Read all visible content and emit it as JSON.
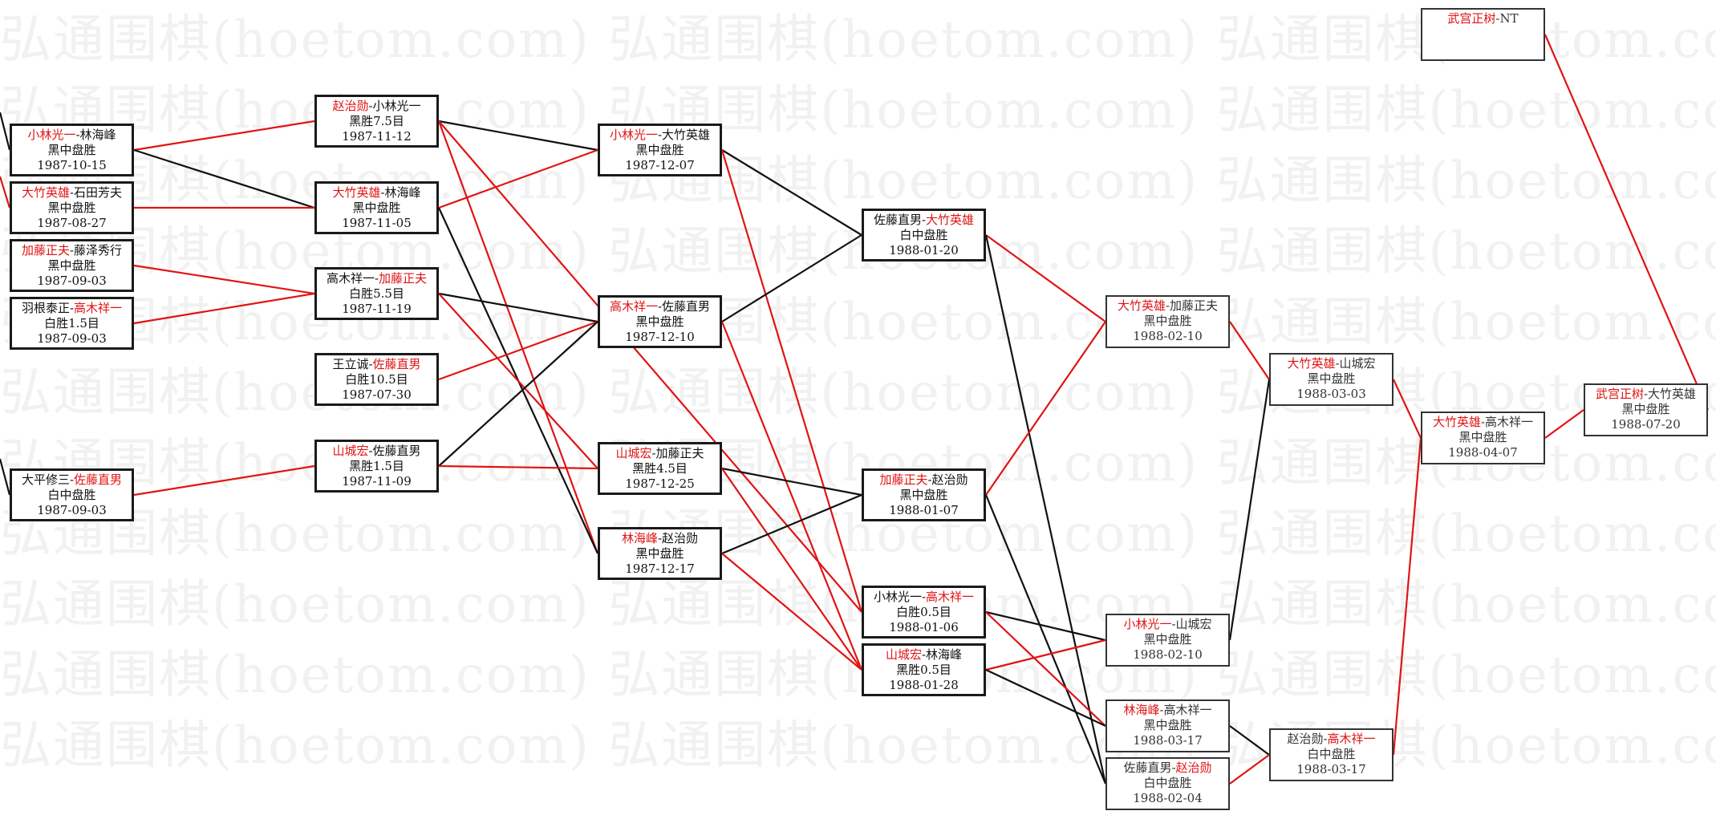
{
  "watermark": "弘通围棋(hoetom.com)",
  "colors": {
    "win": "#e01414",
    "loss": "#111111"
  },
  "matches": [
    {
      "id": "m1",
      "p1": "小林光一",
      "p2": "林海峰",
      "winner": 1,
      "result": "黑中盘胜",
      "date": "1987-10-15"
    },
    {
      "id": "m2",
      "p1": "大竹英雄",
      "p2": "石田芳夫",
      "winner": 1,
      "result": "黑中盘胜",
      "date": "1987-08-27"
    },
    {
      "id": "m3",
      "p1": "加藤正夫",
      "p2": "藤泽秀行",
      "winner": 1,
      "result": "黑中盘胜",
      "date": "1987-09-03"
    },
    {
      "id": "m4",
      "p1": "羽根泰正",
      "p2": "高木祥一",
      "winner": 2,
      "result": "白胜1.5目",
      "date": "1987-09-03"
    },
    {
      "id": "m5",
      "p1": "大平修三",
      "p2": "佐藤直男",
      "winner": 2,
      "result": "白中盘胜",
      "date": "1987-09-03"
    },
    {
      "id": "m6",
      "p1": "赵治勋",
      "p2": "小林光一",
      "winner": 1,
      "result": "黑胜7.5目",
      "date": "1987-11-12"
    },
    {
      "id": "m7",
      "p1": "大竹英雄",
      "p2": "林海峰",
      "winner": 1,
      "result": "黑中盘胜",
      "date": "1987-11-05"
    },
    {
      "id": "m8",
      "p1": "高木祥一",
      "p2": "加藤正夫",
      "winner": 2,
      "result": "白胜5.5目",
      "date": "1987-11-19"
    },
    {
      "id": "m9",
      "p1": "王立诚",
      "p2": "佐藤直男",
      "winner": 2,
      "result": "白胜10.5目",
      "date": "1987-07-30"
    },
    {
      "id": "m10",
      "p1": "山城宏",
      "p2": "佐藤直男",
      "winner": 1,
      "result": "黑胜1.5目",
      "date": "1987-11-09"
    },
    {
      "id": "m11",
      "p1": "小林光一",
      "p2": "大竹英雄",
      "winner": 1,
      "result": "黑中盘胜",
      "date": "1987-12-07"
    },
    {
      "id": "m12",
      "p1": "高木祥一",
      "p2": "佐藤直男",
      "winner": 1,
      "result": "黑中盘胜",
      "date": "1987-12-10"
    },
    {
      "id": "m13",
      "p1": "山城宏",
      "p2": "加藤正夫",
      "winner": 1,
      "result": "黑胜4.5目",
      "date": "1987-12-25"
    },
    {
      "id": "m14",
      "p1": "林海峰",
      "p2": "赵治勋",
      "winner": 1,
      "result": "黑中盘胜",
      "date": "1987-12-17"
    },
    {
      "id": "m15",
      "p1": "佐藤直男",
      "p2": "大竹英雄",
      "winner": 2,
      "result": "白中盘胜",
      "date": "1988-01-20"
    },
    {
      "id": "m16",
      "p1": "加藤正夫",
      "p2": "赵治勋",
      "winner": 1,
      "result": "黑中盘胜",
      "date": "1988-01-07"
    },
    {
      "id": "m17",
      "p1": "小林光一",
      "p2": "高木祥一",
      "winner": 2,
      "result": "白胜0.5目",
      "date": "1988-01-06"
    },
    {
      "id": "m18",
      "p1": "山城宏",
      "p2": "林海峰",
      "winner": 1,
      "result": "黑胜0.5目",
      "date": "1988-01-28"
    },
    {
      "id": "m19",
      "p1": "大竹英雄",
      "p2": "加藤正夫",
      "winner": 1,
      "result": "黑中盘胜",
      "date": "1988-02-10"
    },
    {
      "id": "m20",
      "p1": "小林光一",
      "p2": "山城宏",
      "winner": 1,
      "result": "黑中盘胜",
      "date": "1988-02-10"
    },
    {
      "id": "m21",
      "p1": "林海峰",
      "p2": "高木祥一",
      "winner": 1,
      "result": "黑中盘胜",
      "date": "1988-03-17"
    },
    {
      "id": "m22",
      "p1": "佐藤直男",
      "p2": "赵治勋",
      "winner": 2,
      "result": "白中盘胜",
      "date": "1988-02-04"
    },
    {
      "id": "m23",
      "p1": "大竹英雄",
      "p2": "山城宏",
      "winner": 1,
      "result": "黑中盘胜",
      "date": "1988-03-03"
    },
    {
      "id": "m24",
      "p1": "赵治勋",
      "p2": "高木祥一",
      "winner": 2,
      "result": "白中盘胜",
      "date": "1988-03-17"
    },
    {
      "id": "m25",
      "p1": "大竹英雄",
      "p2": "高木祥一",
      "winner": 1,
      "result": "黑中盘胜",
      "date": "1988-04-07"
    },
    {
      "id": "m26",
      "p1": "武宫正树",
      "p2": "大竹英雄",
      "winner": 1,
      "result": "黑中盘胜",
      "date": "1988-07-20"
    },
    {
      "id": "m27",
      "p1": "武宫正树",
      "p2": "NT",
      "winner": 1,
      "result": "",
      "date": ""
    }
  ],
  "connections": [
    {
      "from": "m1",
      "to": "m6",
      "won": true
    },
    {
      "from": "m1",
      "to": "m7",
      "won": false
    },
    {
      "from": "m2",
      "to": "m7",
      "won": true
    },
    {
      "from": "m3",
      "to": "m8",
      "won": true
    },
    {
      "from": "m4",
      "to": "m8",
      "won": true
    },
    {
      "from": "m5",
      "to": "m10",
      "won": true
    },
    {
      "from": "m6",
      "to": "m11",
      "won": false
    },
    {
      "from": "m6",
      "to": "m14",
      "won": true
    },
    {
      "from": "m6",
      "to": "m17",
      "won": true
    },
    {
      "from": "m7",
      "to": "m11",
      "won": true
    },
    {
      "from": "m7",
      "to": "m14",
      "won": false
    },
    {
      "from": "m8",
      "to": "m12",
      "won": false
    },
    {
      "from": "m8",
      "to": "m13",
      "won": true
    },
    {
      "from": "m9",
      "to": "m12",
      "won": true
    },
    {
      "from": "m10",
      "to": "m12",
      "won": false
    },
    {
      "from": "m10",
      "to": "m13",
      "won": true
    },
    {
      "from": "m11",
      "to": "m15",
      "won": false
    },
    {
      "from": "m11",
      "to": "m17",
      "won": true
    },
    {
      "from": "m12",
      "to": "m15",
      "won": false
    },
    {
      "from": "m12",
      "to": "m18",
      "won": true
    },
    {
      "from": "m13",
      "to": "m16",
      "won": false
    },
    {
      "from": "m13",
      "to": "m18",
      "won": true
    },
    {
      "from": "m14",
      "to": "m16",
      "won": false
    },
    {
      "from": "m14",
      "to": "m18",
      "won": true
    },
    {
      "from": "m15",
      "to": "m19",
      "won": true
    },
    {
      "from": "m15",
      "to": "m22",
      "won": false
    },
    {
      "from": "m16",
      "to": "m19",
      "won": true
    },
    {
      "from": "m16",
      "to": "m22",
      "won": false
    },
    {
      "from": "m17",
      "to": "m20",
      "won": false
    },
    {
      "from": "m17",
      "to": "m21",
      "won": true
    },
    {
      "from": "m18",
      "to": "m20",
      "won": true
    },
    {
      "from": "m18",
      "to": "m21",
      "won": false
    },
    {
      "from": "m19",
      "to": "m23",
      "won": true
    },
    {
      "from": "m20",
      "to": "m23",
      "won": false
    },
    {
      "from": "m21",
      "to": "m24",
      "won": false
    },
    {
      "from": "m22",
      "to": "m24",
      "won": true
    },
    {
      "from": "m23",
      "to": "m25",
      "won": true
    },
    {
      "from": "m24",
      "to": "m25",
      "won": true
    },
    {
      "from": "m25",
      "to": "m26",
      "won": true
    },
    {
      "from": "m26",
      "to": "m27",
      "won": true
    },
    {
      "from": "offA",
      "to": "m1",
      "won": false
    },
    {
      "from": "offB",
      "to": "m2",
      "won": true
    },
    {
      "from": "offC",
      "to": "m5",
      "won": false
    }
  ]
}
